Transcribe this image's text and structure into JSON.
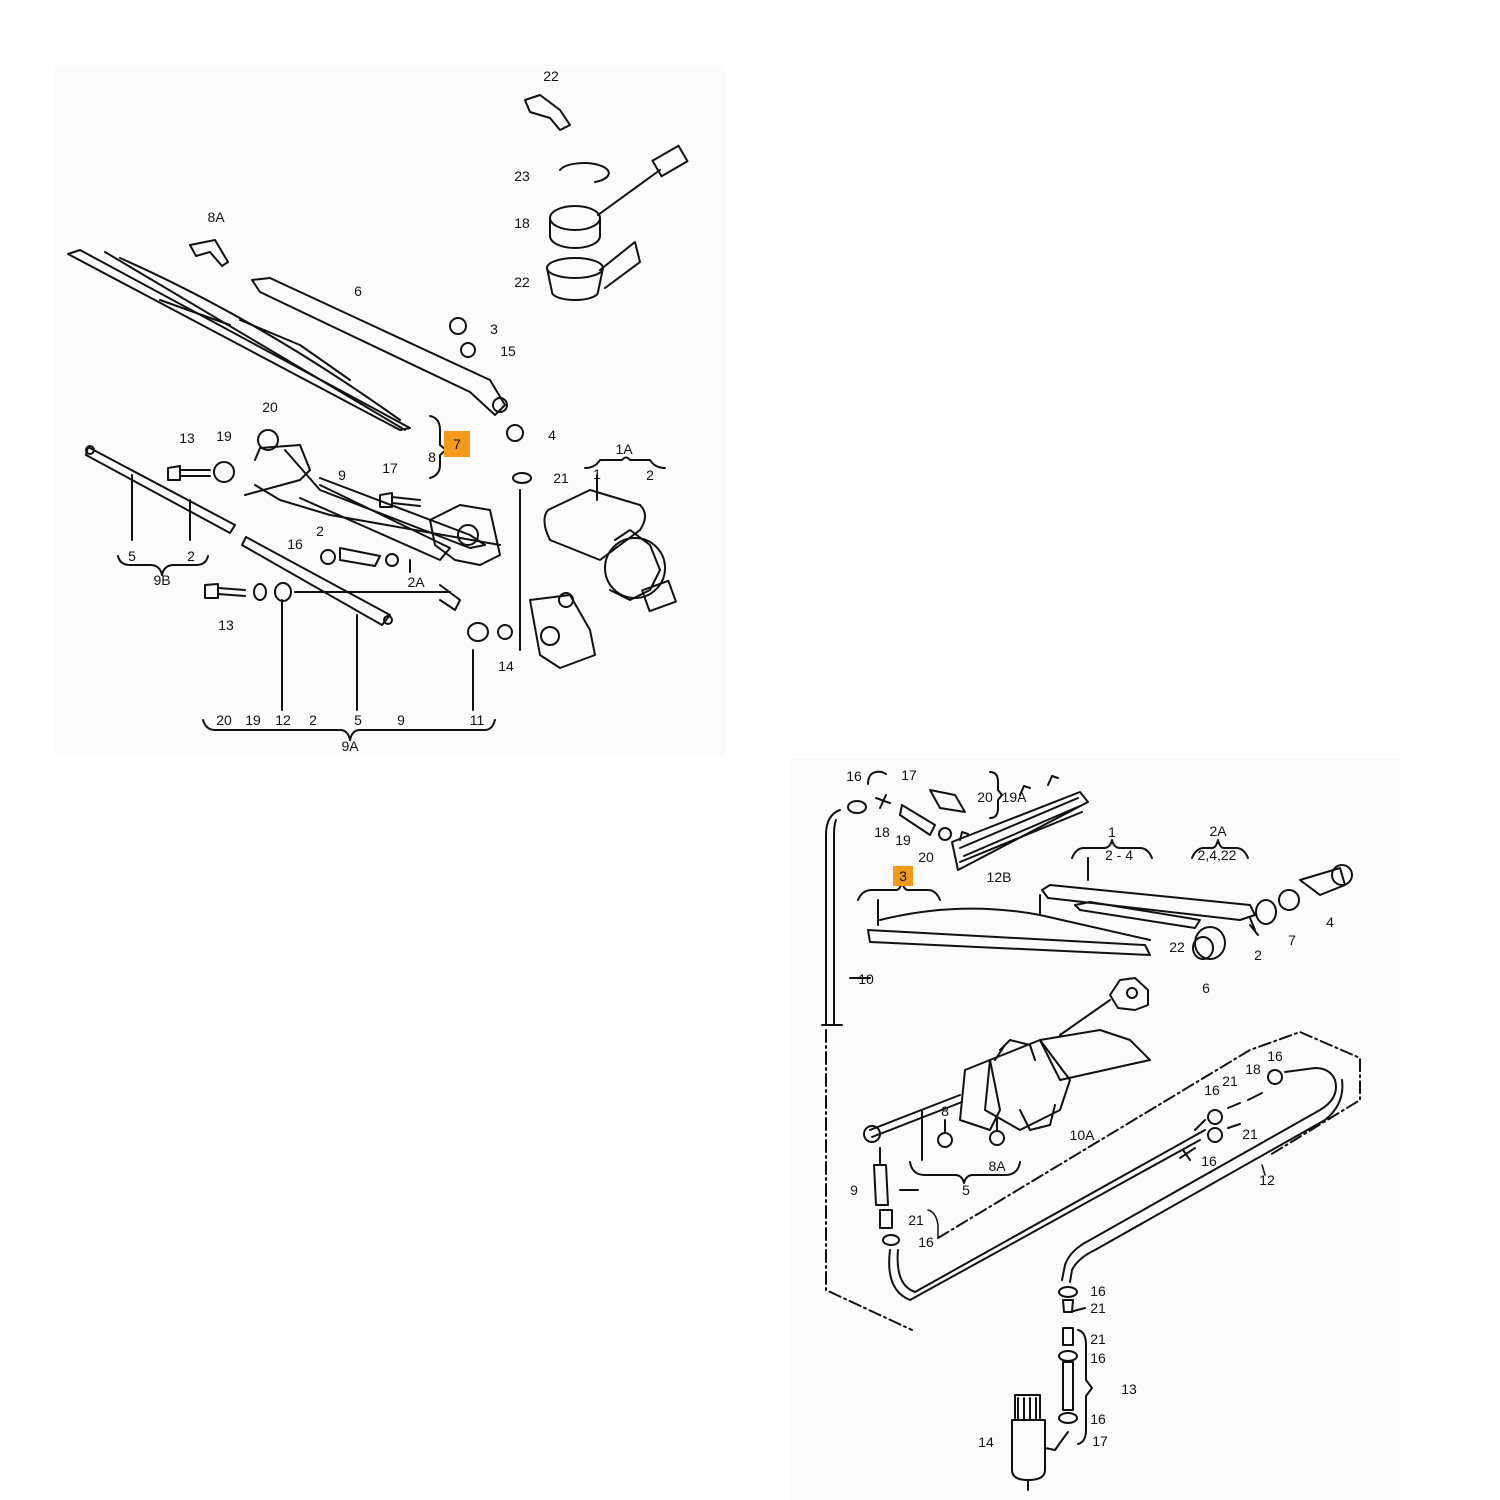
{
  "highlight_color": "#f39a1e",
  "diagram_left": {
    "highlighted_label": "7",
    "labels": [
      "22",
      "23",
      "18",
      "22",
      "8A",
      "6",
      "3",
      "15",
      "4",
      "8",
      "20",
      "13",
      "19",
      "17",
      "9",
      "1A",
      "1",
      "2",
      "21",
      "2",
      "16",
      "2A",
      "5",
      "2",
      "9B",
      "13",
      "14",
      "11",
      "20",
      "19",
      "12",
      "2",
      "5",
      "9",
      "9A"
    ]
  },
  "diagram_right": {
    "highlighted_label": "3",
    "labels": [
      "16",
      "17",
      "20",
      "19A",
      "18",
      "19",
      "20",
      "12B",
      "1",
      "2 - 4",
      "2A",
      "2,4,22",
      "4",
      "7",
      "2",
      "22",
      "6",
      "10",
      "8",
      "8A",
      "5",
      "10A",
      "21",
      "18",
      "16",
      "16",
      "21",
      "16",
      "12",
      "9",
      "21",
      "16",
      "16",
      "21",
      "21",
      "16",
      "13",
      "16",
      "14",
      "17"
    ]
  }
}
